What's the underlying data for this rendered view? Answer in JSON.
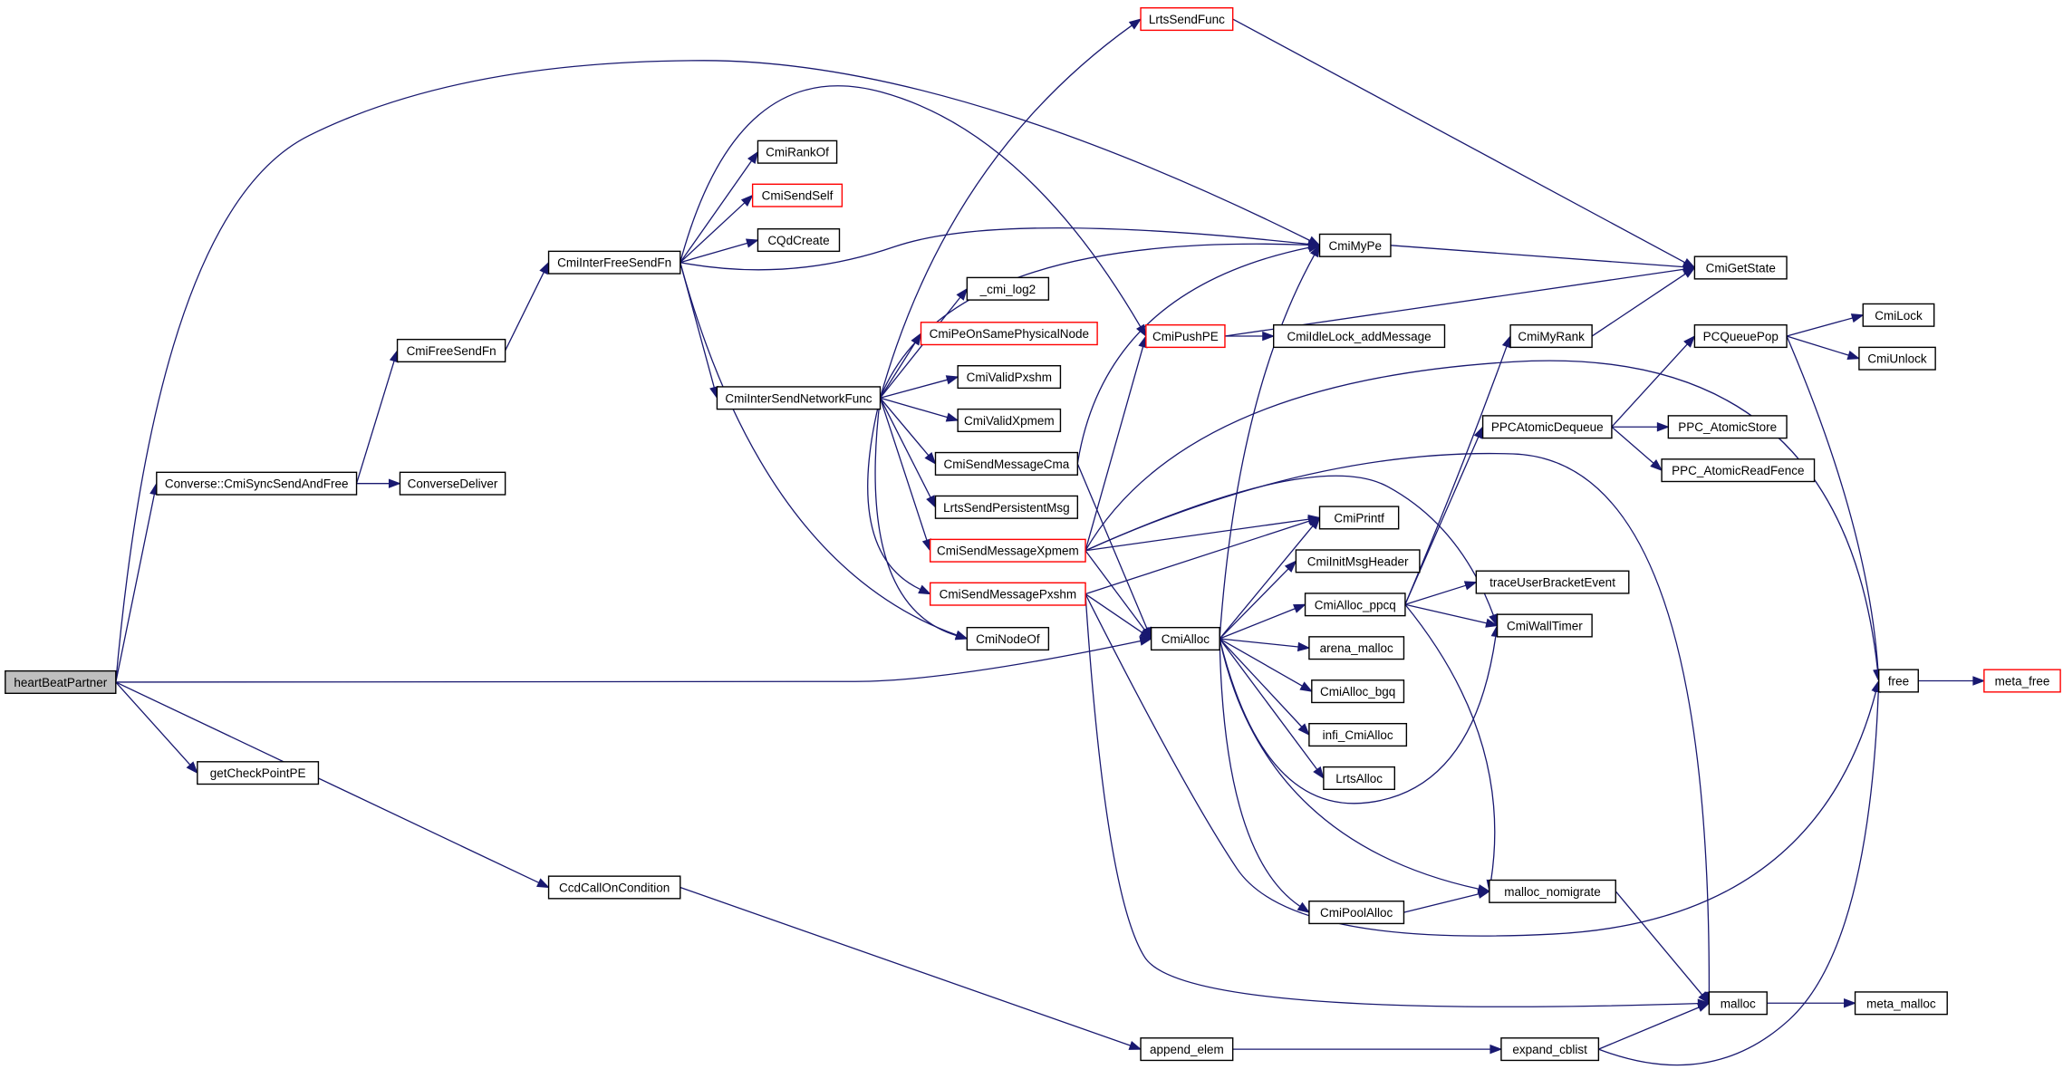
{
  "nodes": [
    {
      "id": "heartBeatPartner",
      "label": "heartBeatPartner",
      "root": true
    },
    {
      "id": "getCheckPointPE",
      "label": "getCheckPointPE"
    },
    {
      "id": "CcdCallOnCondition",
      "label": "CcdCallOnCondition"
    },
    {
      "id": "ConverseCmiSyncSendAndFree",
      "label": "Converse::CmiSyncSendAndFree"
    },
    {
      "id": "ConverseDeliver",
      "label": "ConverseDeliver"
    },
    {
      "id": "CmiFreeSendFn",
      "label": "CmiFreeSendFn"
    },
    {
      "id": "CmiInterFreeSendFn",
      "label": "CmiInterFreeSendFn"
    },
    {
      "id": "CmiRankOf",
      "label": "CmiRankOf"
    },
    {
      "id": "CmiSendSelf",
      "label": "CmiSendSelf",
      "red": true
    },
    {
      "id": "CQdCreate",
      "label": "CQdCreate"
    },
    {
      "id": "CmiInterSendNetworkFunc",
      "label": "CmiInterSendNetworkFunc"
    },
    {
      "id": "_cmi_log2",
      "label": "_cmi_log2"
    },
    {
      "id": "CmiPeOnSamePhysicalNode",
      "label": "CmiPeOnSamePhysicalNode",
      "red": true
    },
    {
      "id": "CmiValidPxshm",
      "label": "CmiValidPxshm"
    },
    {
      "id": "CmiValidXpmem",
      "label": "CmiValidXpmem"
    },
    {
      "id": "CmiSendMessageCma",
      "label": "CmiSendMessageCma"
    },
    {
      "id": "LrtsSendPersistentMsg",
      "label": "LrtsSendPersistentMsg"
    },
    {
      "id": "CmiSendMessageXpmem",
      "label": "CmiSendMessageXpmem",
      "red": true
    },
    {
      "id": "CmiSendMessagePxshm",
      "label": "CmiSendMessagePxshm",
      "red": true
    },
    {
      "id": "CmiNodeOf",
      "label": "CmiNodeOf"
    },
    {
      "id": "LrtsSendFunc",
      "label": "LrtsSendFunc",
      "red": true
    },
    {
      "id": "CmiPushPE",
      "label": "CmiPushPE",
      "red": true
    },
    {
      "id": "CmiIdleLock_addMessage",
      "label": "CmiIdleLock_addMessage"
    },
    {
      "id": "CmiMyPe",
      "label": "CmiMyPe"
    },
    {
      "id": "CmiGetState",
      "label": "CmiGetState"
    },
    {
      "id": "CmiAlloc",
      "label": "CmiAlloc"
    },
    {
      "id": "CmiPrintf",
      "label": "CmiPrintf"
    },
    {
      "id": "CmiInitMsgHeader",
      "label": "CmiInitMsgHeader"
    },
    {
      "id": "CmiAlloc_ppcq",
      "label": "CmiAlloc_ppcq"
    },
    {
      "id": "arena_malloc",
      "label": "arena_malloc"
    },
    {
      "id": "CmiAlloc_bgq",
      "label": "CmiAlloc_bgq"
    },
    {
      "id": "infi_CmiAlloc",
      "label": "infi_CmiAlloc"
    },
    {
      "id": "LrtsAlloc",
      "label": "LrtsAlloc"
    },
    {
      "id": "CmiPoolAlloc",
      "label": "CmiPoolAlloc"
    },
    {
      "id": "malloc_nomigrate",
      "label": "malloc_nomigrate"
    },
    {
      "id": "malloc",
      "label": "malloc"
    },
    {
      "id": "append_elem",
      "label": "append_elem"
    },
    {
      "id": "expand_cblist",
      "label": "expand_cblist"
    },
    {
      "id": "CmiMyRank",
      "label": "CmiMyRank"
    },
    {
      "id": "PPCAtomicDequeue",
      "label": "PPCAtomicDequeue"
    },
    {
      "id": "traceUserBracketEvent",
      "label": "traceUserBracketEvent"
    },
    {
      "id": "CmiWallTimer",
      "label": "CmiWallTimer"
    },
    {
      "id": "PCQueuePop",
      "label": "PCQueuePop"
    },
    {
      "id": "PPC_AtomicStore",
      "label": "PPC_AtomicStore"
    },
    {
      "id": "PPC_AtomicReadFence",
      "label": "PPC_AtomicReadFence"
    },
    {
      "id": "CmiLock",
      "label": "CmiLock"
    },
    {
      "id": "CmiUnlock",
      "label": "CmiUnlock"
    },
    {
      "id": "free",
      "label": "free"
    },
    {
      "id": "meta_free",
      "label": "meta_free",
      "red": true
    },
    {
      "id": "meta_malloc",
      "label": "meta_malloc"
    }
  ],
  "edges": [
    [
      "heartBeatPartner",
      "CmiMyPe"
    ],
    [
      "heartBeatPartner",
      "ConverseCmiSyncSendAndFree"
    ],
    [
      "heartBeatPartner",
      "CmiAlloc"
    ],
    [
      "heartBeatPartner",
      "getCheckPointPE"
    ],
    [
      "heartBeatPartner",
      "CcdCallOnCondition"
    ],
    [
      "ConverseCmiSyncSendAndFree",
      "CmiFreeSendFn"
    ],
    [
      "ConverseCmiSyncSendAndFree",
      "ConverseDeliver"
    ],
    [
      "CmiFreeSendFn",
      "CmiInterFreeSendFn"
    ],
    [
      "CmiInterFreeSendFn",
      "CmiRankOf"
    ],
    [
      "CmiInterFreeSendFn",
      "CmiSendSelf"
    ],
    [
      "CmiInterFreeSendFn",
      "CQdCreate"
    ],
    [
      "CmiInterFreeSendFn",
      "CmiMyPe"
    ],
    [
      "CmiInterFreeSendFn",
      "CmiPushPE"
    ],
    [
      "CmiInterFreeSendFn",
      "CmiInterSendNetworkFunc"
    ],
    [
      "CmiInterFreeSendFn",
      "CmiNodeOf"
    ],
    [
      "CmiInterSendNetworkFunc",
      "LrtsSendFunc"
    ],
    [
      "CmiInterSendNetworkFunc",
      "CmiMyPe"
    ],
    [
      "CmiInterSendNetworkFunc",
      "_cmi_log2"
    ],
    [
      "CmiInterSendNetworkFunc",
      "CmiPeOnSamePhysicalNode"
    ],
    [
      "CmiInterSendNetworkFunc",
      "CmiValidPxshm"
    ],
    [
      "CmiInterSendNetworkFunc",
      "CmiValidXpmem"
    ],
    [
      "CmiInterSendNetworkFunc",
      "CmiSendMessageCma"
    ],
    [
      "CmiInterSendNetworkFunc",
      "LrtsSendPersistentMsg"
    ],
    [
      "CmiInterSendNetworkFunc",
      "CmiSendMessageXpmem"
    ],
    [
      "CmiInterSendNetworkFunc",
      "CmiSendMessagePxshm"
    ],
    [
      "CmiInterSendNetworkFunc",
      "CmiNodeOf"
    ],
    [
      "CmiSendMessageCma",
      "CmiMyPe"
    ],
    [
      "CmiSendMessageCma",
      "CmiAlloc"
    ],
    [
      "CmiSendMessageXpmem",
      "CmiPushPE"
    ],
    [
      "CmiSendMessageXpmem",
      "free"
    ],
    [
      "CmiSendMessageXpmem",
      "malloc"
    ],
    [
      "CmiSendMessageXpmem",
      "CmiWallTimer"
    ],
    [
      "CmiSendMessageXpmem",
      "CmiPrintf"
    ],
    [
      "CmiSendMessageXpmem",
      "CmiAlloc"
    ],
    [
      "CmiSendMessagePxshm",
      "CmiPrintf"
    ],
    [
      "CmiSendMessagePxshm",
      "CmiAlloc"
    ],
    [
      "CmiSendMessagePxshm",
      "free"
    ],
    [
      "CmiSendMessagePxshm",
      "malloc"
    ],
    [
      "CmiPushPE",
      "CmiIdleLock_addMessage"
    ],
    [
      "CmiPushPE",
      "CmiGetState"
    ],
    [
      "LrtsSendFunc",
      "CmiGetState"
    ],
    [
      "CmiMyPe",
      "CmiGetState"
    ],
    [
      "CmiAlloc",
      "CmiMyPe"
    ],
    [
      "CmiAlloc",
      "CmiPrintf"
    ],
    [
      "CmiAlloc",
      "CmiInitMsgHeader"
    ],
    [
      "CmiAlloc",
      "CmiAlloc_ppcq"
    ],
    [
      "CmiAlloc",
      "arena_malloc"
    ],
    [
      "CmiAlloc",
      "CmiAlloc_bgq"
    ],
    [
      "CmiAlloc",
      "infi_CmiAlloc"
    ],
    [
      "CmiAlloc",
      "LrtsAlloc"
    ],
    [
      "CmiAlloc",
      "CmiPoolAlloc"
    ],
    [
      "CmiAlloc",
      "malloc_nomigrate"
    ],
    [
      "CmiAlloc",
      "CmiWallTimer"
    ],
    [
      "CmiAlloc_ppcq",
      "CmiMyRank"
    ],
    [
      "CmiAlloc_ppcq",
      "PPCAtomicDequeue"
    ],
    [
      "CmiAlloc_ppcq",
      "traceUserBracketEvent"
    ],
    [
      "CmiAlloc_ppcq",
      "CmiWallTimer"
    ],
    [
      "CmiAlloc_ppcq",
      "malloc_nomigrate"
    ],
    [
      "CmiMyRank",
      "CmiGetState"
    ],
    [
      "PPCAtomicDequeue",
      "PCQueuePop"
    ],
    [
      "PPCAtomicDequeue",
      "PPC_AtomicStore"
    ],
    [
      "PPCAtomicDequeue",
      "PPC_AtomicReadFence"
    ],
    [
      "PCQueuePop",
      "CmiLock"
    ],
    [
      "PCQueuePop",
      "CmiUnlock"
    ],
    [
      "PCQueuePop",
      "free"
    ],
    [
      "CmiPoolAlloc",
      "malloc_nomigrate"
    ],
    [
      "malloc_nomigrate",
      "malloc"
    ],
    [
      "malloc",
      "meta_malloc"
    ],
    [
      "free",
      "meta_free"
    ],
    [
      "CcdCallOnCondition",
      "append_elem"
    ],
    [
      "append_elem",
      "expand_cblist"
    ],
    [
      "expand_cblist",
      "malloc"
    ],
    [
      "expand_cblist",
      "free"
    ]
  ]
}
